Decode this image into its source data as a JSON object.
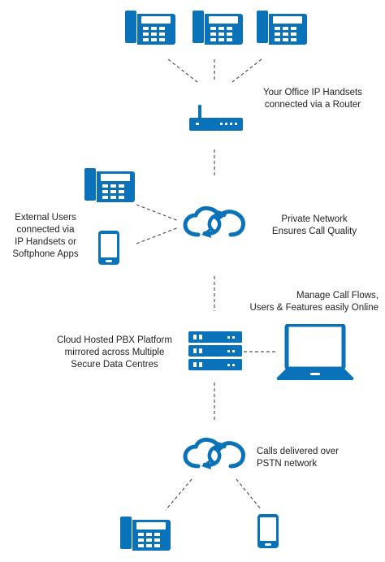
{
  "colors": {
    "accent": "#0a72b8",
    "connector": "#555555",
    "text": "#1f1f1f"
  },
  "labels": {
    "office_handsets": "Your Office IP Handsets\nconnected via a Router",
    "external_users": "External Users\nconnected via\nIP Handsets or\nSoftphone Apps",
    "private_network": "Private Network\nEnsures Call Quality",
    "manage_online": "Manage Call Flows,\nUsers & Features easily Online",
    "cloud_pbx": "Cloud Hosted PBX Platform\nmirrored across Multiple\nSecure Data Centres",
    "pstn": "Calls delivered over\nPSTN network"
  },
  "icons": {
    "office_phones": [
      "desk-phone-icon",
      "desk-phone-icon",
      "desk-phone-icon"
    ],
    "router": "router-icon",
    "external_phone": "desk-phone-icon",
    "mobile": "mobile-phone-icon",
    "network_cloud": "cloud-sync-icon",
    "servers": "server-stack-icon",
    "laptop": "laptop-icon",
    "pstn_cloud": "cloud-sync-icon",
    "bottom_phone": "desk-phone-icon",
    "bottom_mobile": "mobile-phone-icon"
  }
}
